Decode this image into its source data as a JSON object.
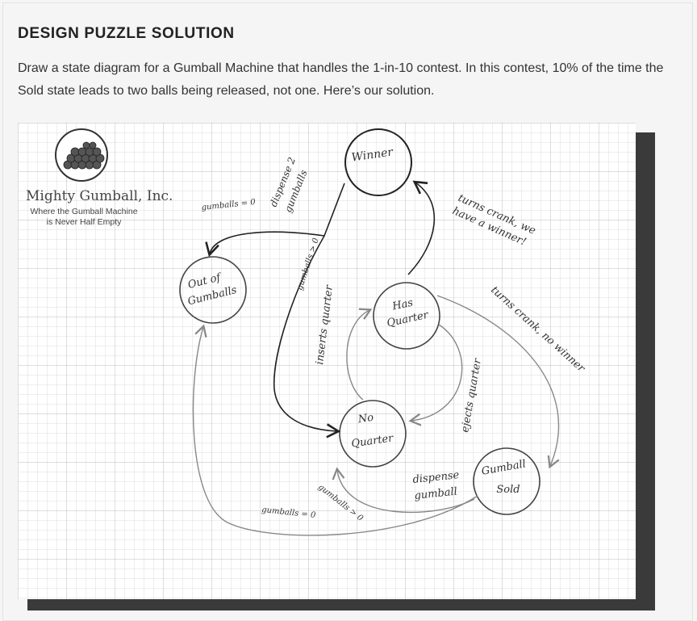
{
  "heading": "DESIGN PUZZLE SOLUTION",
  "description": "Draw a state diagram for a Gumball Machine that handles the 1-in-10 contest. In this contest, 10% of the time the Sold state leads to two balls being released, not one. Here’s our solution.",
  "logo": {
    "name": "Mighty Gumball, Inc.",
    "tagline_line1": "Where the Gumball Machine",
    "tagline_line2": "is Never Half Empty"
  },
  "states": {
    "winner": "Winner",
    "out_of_gumballs_line1": "Out of",
    "out_of_gumballs_line2": "Gumballs",
    "has_quarter_line1": "Has",
    "has_quarter_line2": "Quarter",
    "no_quarter_line1": "No",
    "no_quarter_line2": "Quarter",
    "gumball_sold_line1": "Gumball",
    "gumball_sold_line2": "Sold"
  },
  "transitions": {
    "winner_to_out": "gumballs = 0",
    "dispense_2_line1": "dispense 2",
    "dispense_2_line2": "gumballs",
    "winner_to_no_quarter": "gumballs > 0",
    "inserts_quarter": "inserts quarter",
    "ejects_quarter": "ejects quarter",
    "winner_line1": "turns crank, we",
    "winner_line2": "have a winner!",
    "no_winner": "turns crank, no winner",
    "dispense_line1": "dispense",
    "dispense_line2": "gumball",
    "sold_to_no_quarter": "gumballs > 0",
    "sold_to_out": "gumballs = 0"
  },
  "colors": {
    "background": "#f5f5f5",
    "paper": "#ffffff",
    "grid": "#d0d0d0",
    "ink": "#333333",
    "light_ink": "#888888"
  }
}
